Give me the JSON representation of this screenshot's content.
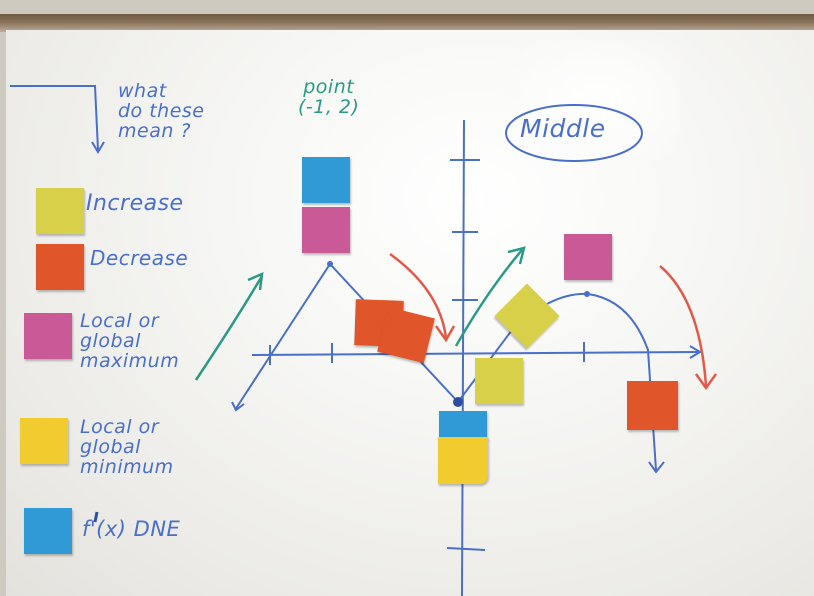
{
  "board": {
    "question": "what\ndo these\nmean ?",
    "point_label": "point\n(-1, 2)",
    "middle_label": "Middle"
  },
  "legend": [
    {
      "color": "#d9d04a",
      "label": "Increase"
    },
    {
      "color": "#e0562a",
      "label": "Decrease"
    },
    {
      "color": "#c95a97",
      "label": "Local or\nglobal\nmaximum"
    },
    {
      "color": "#f0cc2e",
      "label": "Local or\nglobal\nminimum"
    },
    {
      "color": "#2f9ad6",
      "label": "f'(x) DNE"
    }
  ]
}
